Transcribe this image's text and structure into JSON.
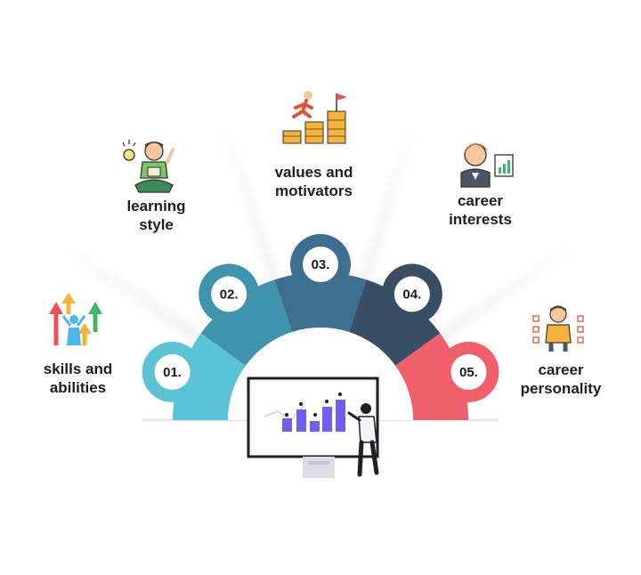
{
  "steps": [
    {
      "number": "01.",
      "label": "skills and\nabilities",
      "color": "#5bc3d6",
      "icon": "arrows-growth-icon"
    },
    {
      "number": "02.",
      "label": "learning\nstyle",
      "color": "#3e93ad",
      "icon": "student-reading-icon"
    },
    {
      "number": "03.",
      "label": "values and\nmotivators",
      "color": "#3d6f90",
      "icon": "stairs-goal-flag-icon"
    },
    {
      "number": "04.",
      "label": "career\ninterests",
      "color": "#3a4f66",
      "icon": "presenter-chart-icon"
    },
    {
      "number": "05.",
      "label": "career\npersonality",
      "color": "#f0606b",
      "icon": "person-checklist-icon"
    }
  ],
  "center_icon": "presenter-whiteboard-bar-chart-icon"
}
